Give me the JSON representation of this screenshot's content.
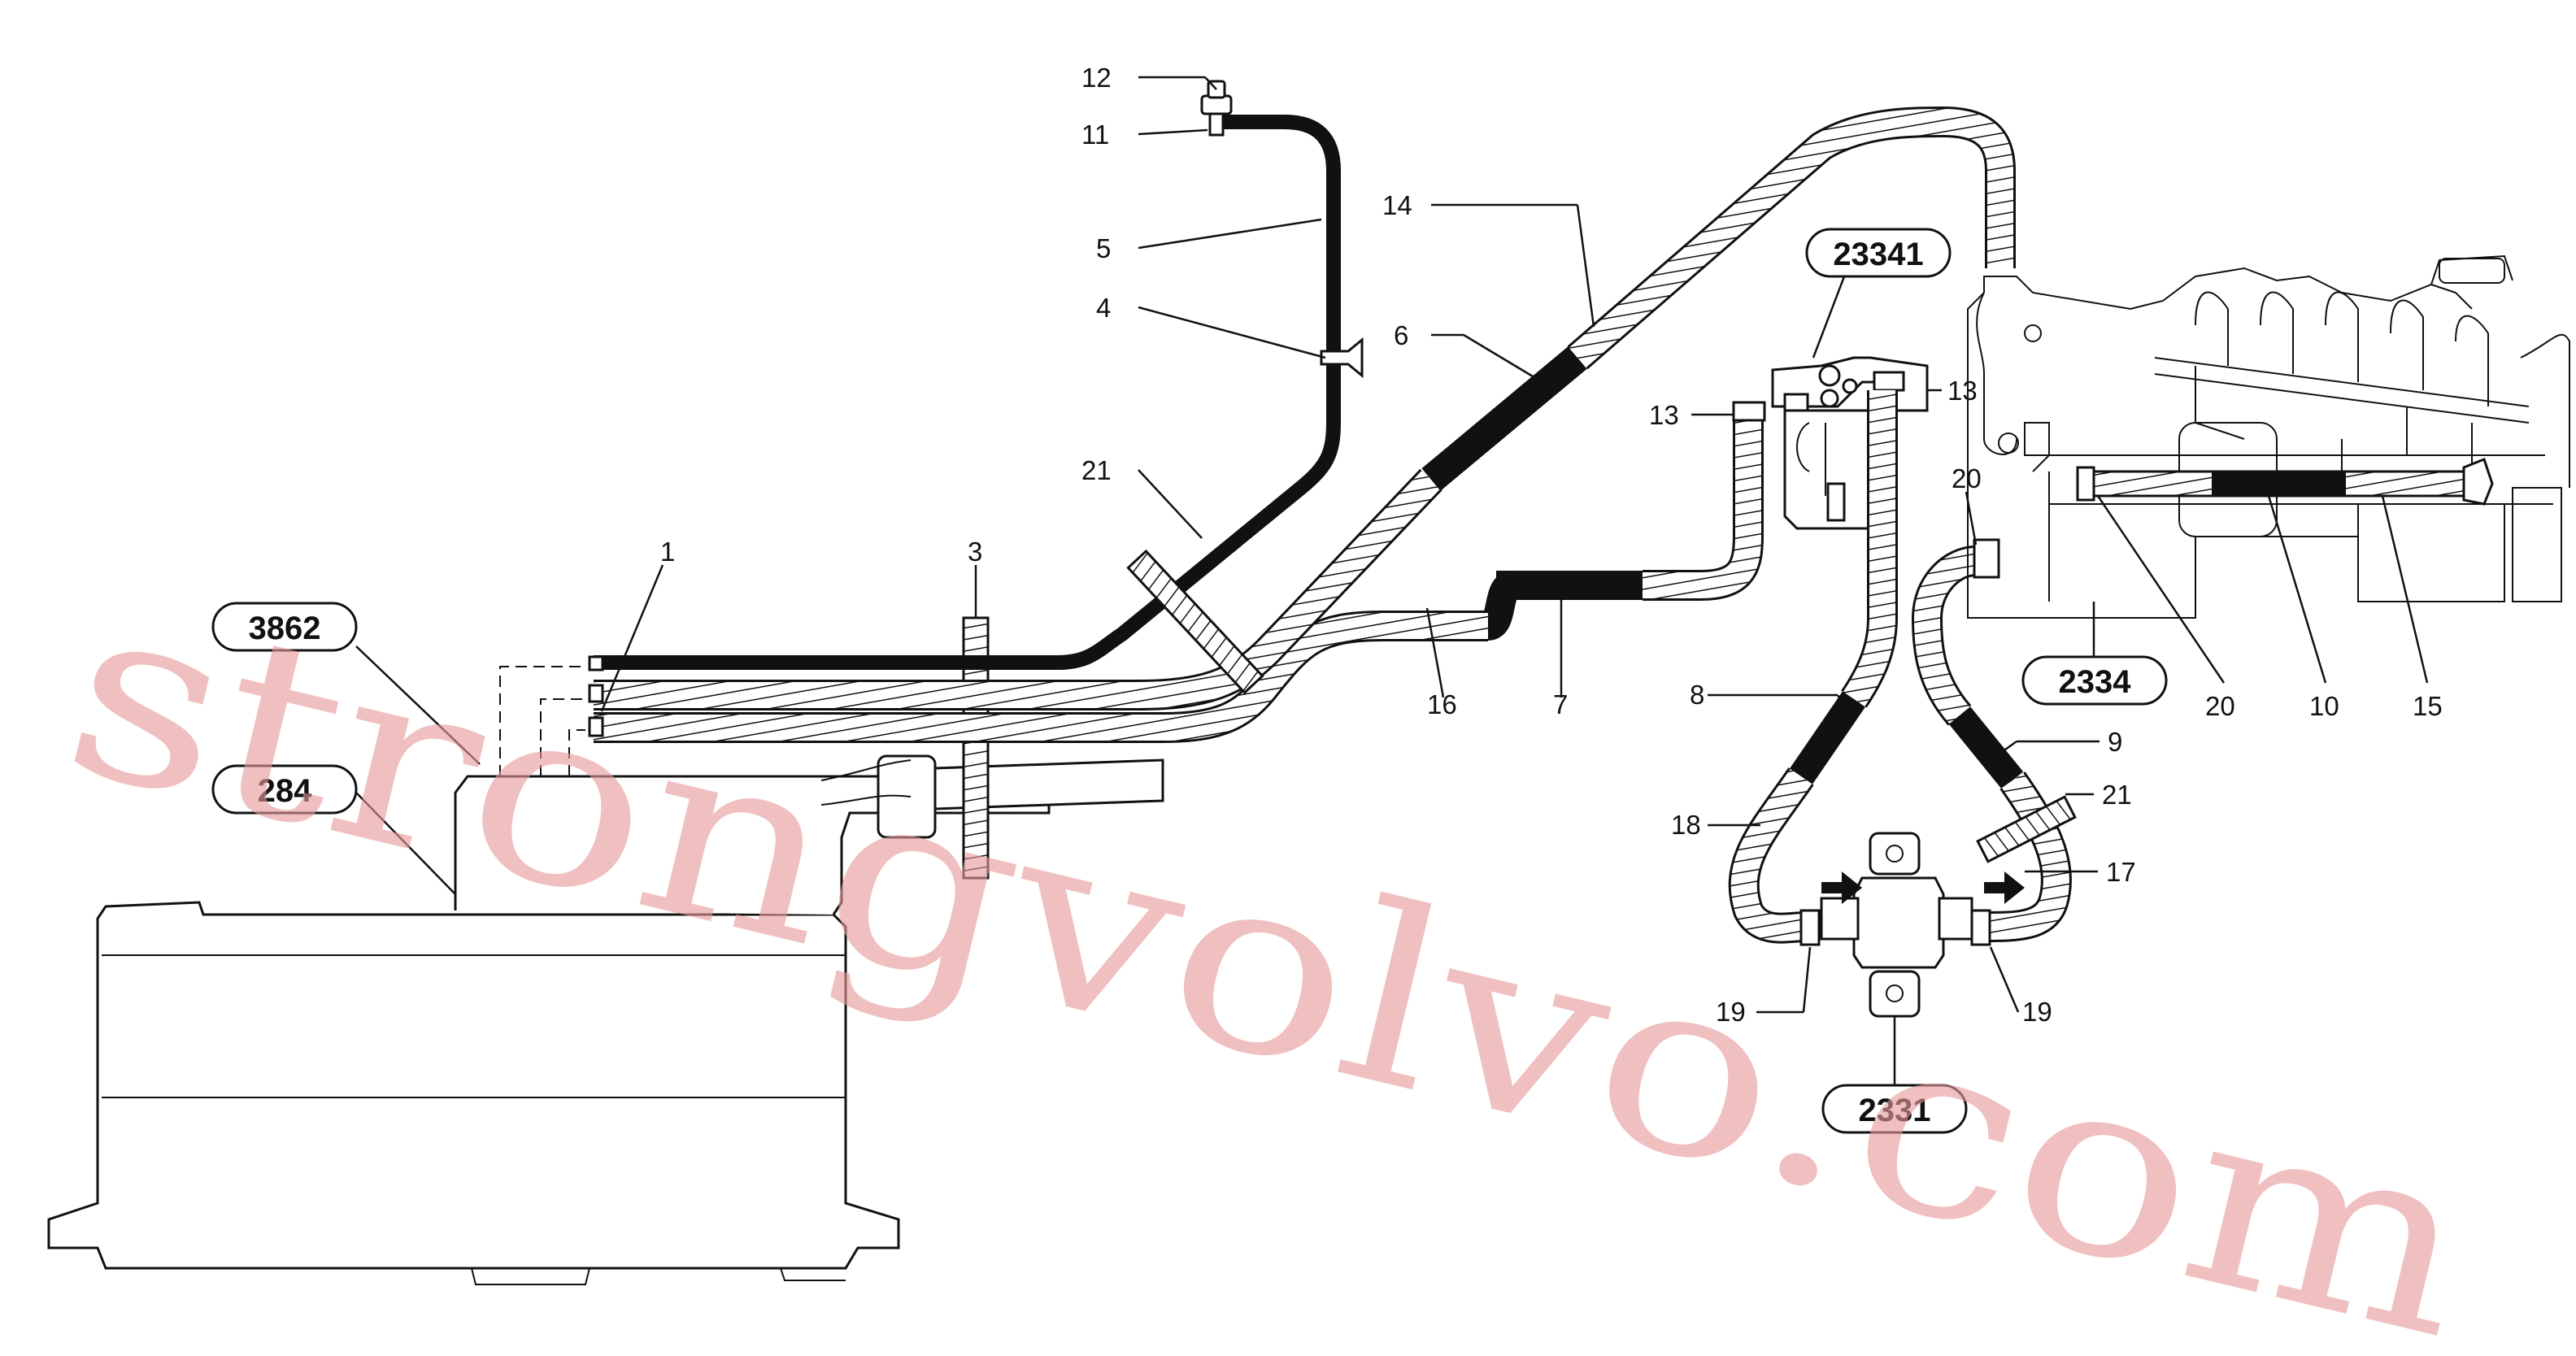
{
  "part_numbers": [
    "1",
    "3",
    "4",
    "5",
    "6",
    "7",
    "8",
    "9",
    "10",
    "11",
    "12",
    "13",
    "13",
    "14",
    "15",
    "16",
    "17",
    "18",
    "19",
    "19",
    "20",
    "20",
    "21",
    "21"
  ],
  "reference_boxes": [
    "3862",
    "284",
    "23341",
    "2334",
    "2331"
  ],
  "watermark": "strongvolvo.com",
  "colors": {
    "line": "#111111",
    "watermark": "#e79a9a",
    "background": "#ffffff"
  }
}
